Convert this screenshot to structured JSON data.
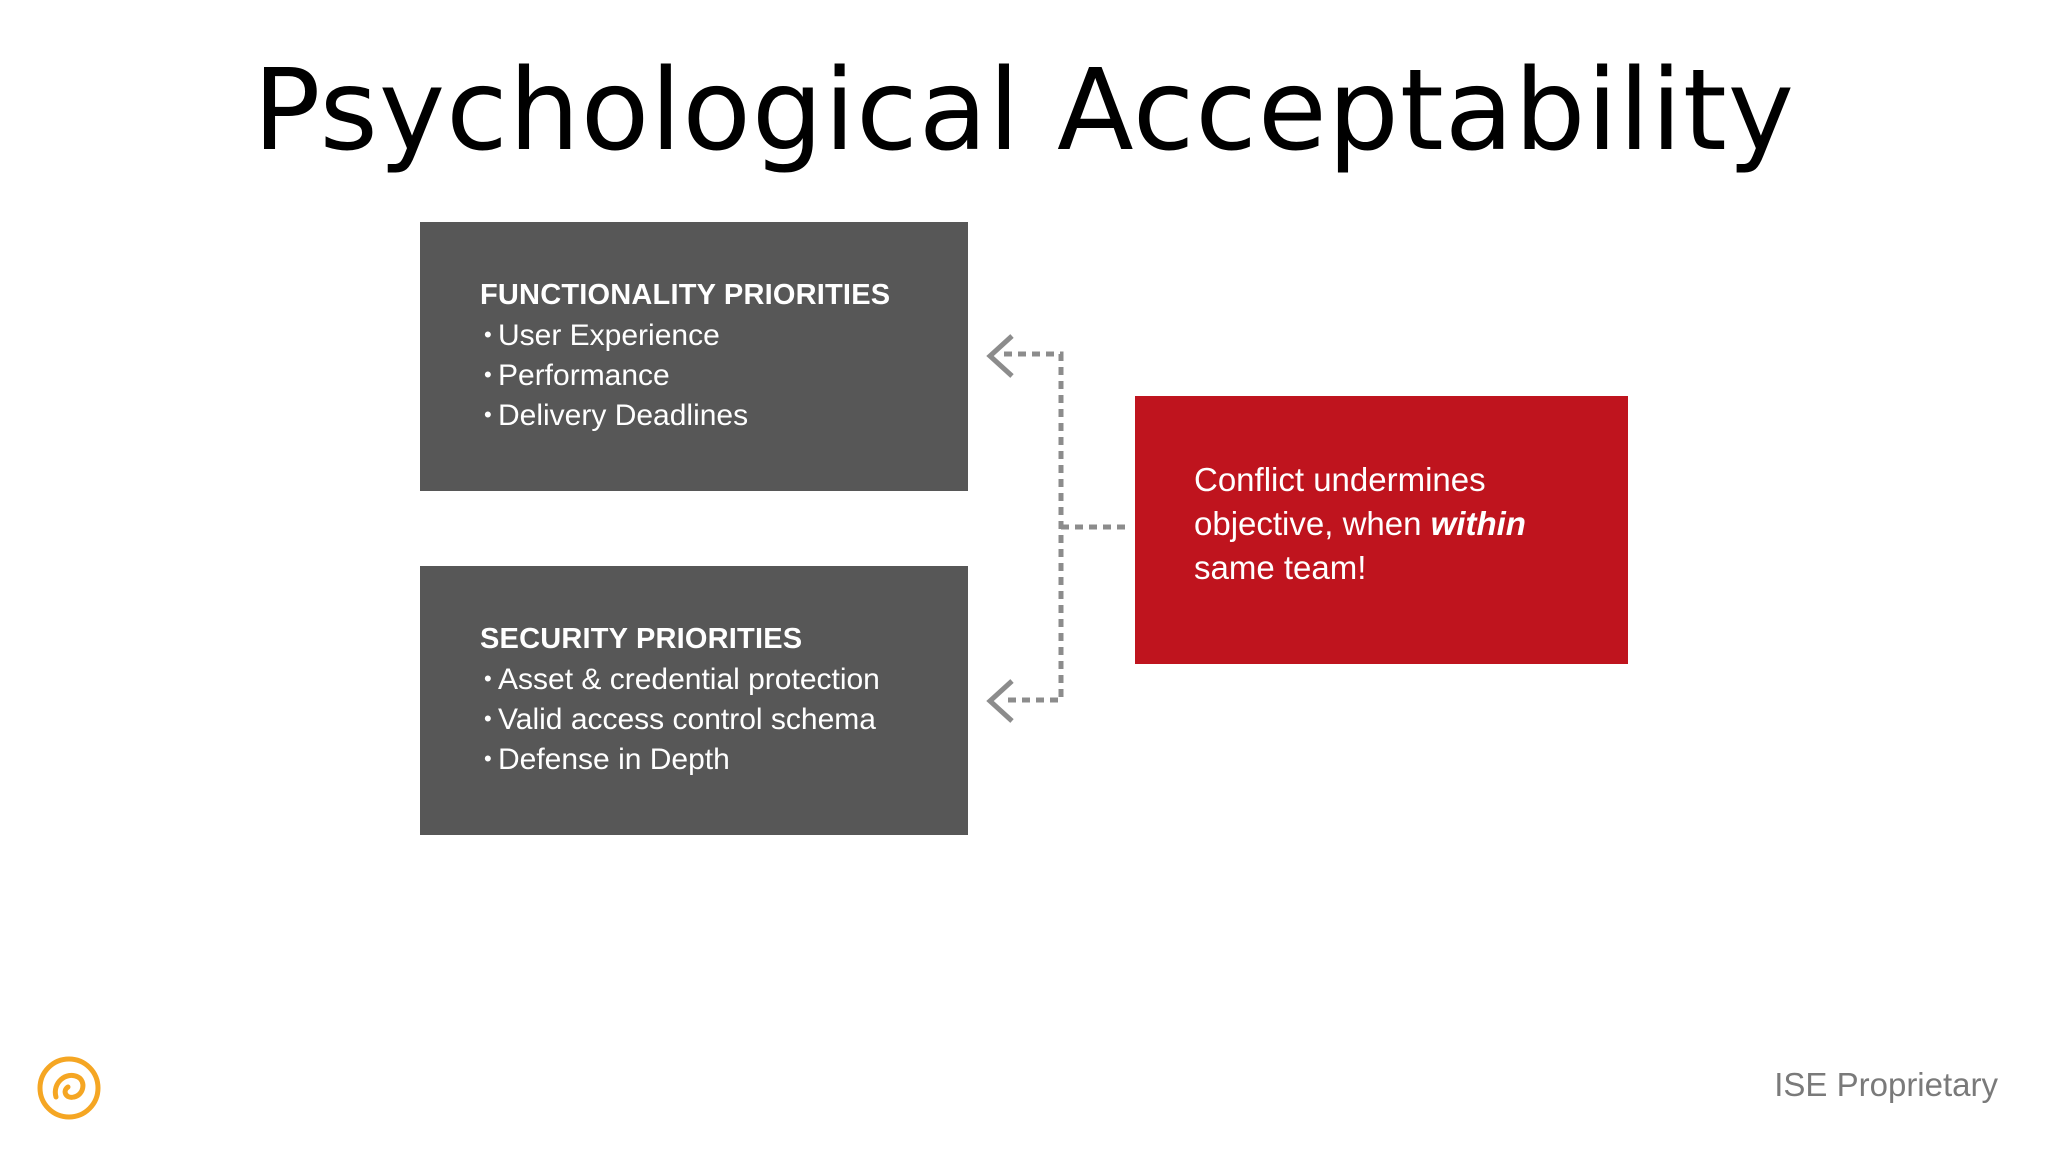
{
  "slide": {
    "title": "Psychological Acceptability",
    "functionality": {
      "heading": "FUNCTIONALITY PRIORITIES",
      "items": [
        "User Experience",
        "Performance",
        "Delivery Deadlines"
      ]
    },
    "security": {
      "heading": "SECURITY PRIORITIES",
      "items": [
        "Asset & credential protection",
        "Valid access control schema",
        "Defense in Depth"
      ]
    },
    "conflict": {
      "line1": "Conflict undermines",
      "line2_prefix": "objective, when ",
      "line2_emphasis": "within",
      "line3": "same team!"
    },
    "footer": "ISE Proprietary",
    "bullet_char": "•"
  },
  "colors": {
    "gray_box": "#575757",
    "red_box": "#bf141e",
    "connector": "#8c8c8c",
    "logo": "#f5a623",
    "footer_text": "#7a7a7a"
  },
  "icons": {
    "logo": "orange-swirl-logo-icon",
    "arrow": "chevron-left-arrow-icon"
  }
}
